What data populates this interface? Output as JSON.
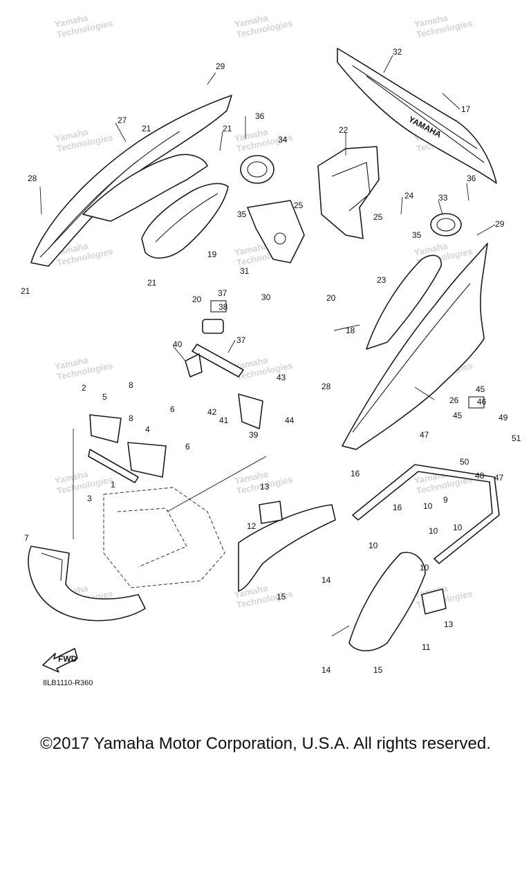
{
  "diagram": {
    "reference_code": "8LB1110-R360",
    "fwd_label": "FWD",
    "callouts": [
      "1",
      "2",
      "3",
      "4",
      "5",
      "6",
      "6",
      "7",
      "8",
      "8",
      "9",
      "10",
      "10",
      "10",
      "10",
      "10",
      "11",
      "12",
      "13",
      "13",
      "14",
      "14",
      "15",
      "15",
      "16",
      "16",
      "17",
      "18",
      "19",
      "20",
      "20",
      "21",
      "21",
      "21",
      "21",
      "22",
      "23",
      "24",
      "25",
      "25",
      "26",
      "27",
      "28",
      "28",
      "29",
      "29",
      "30",
      "31",
      "32",
      "33",
      "34",
      "35",
      "35",
      "36",
      "36",
      "37",
      "37",
      "38",
      "39",
      "40",
      "41",
      "42",
      "43",
      "44",
      "45",
      "45",
      "46",
      "47",
      "47",
      "48",
      "49",
      "50",
      "51"
    ],
    "watermark_line1": "Yamaha",
    "watermark_line2": "Technologies"
  },
  "footer": {
    "copyright": "©2017 Yamaha Motor Corporation, U.S.A. All rights reserved."
  }
}
